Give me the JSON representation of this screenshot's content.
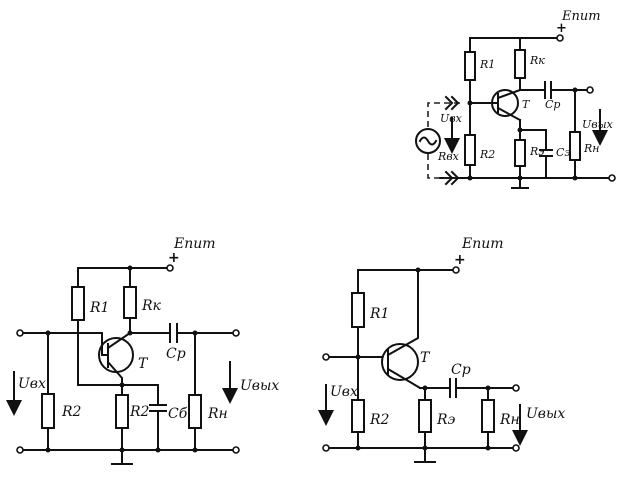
{
  "circuit_top_right": {
    "supply": "Eпит",
    "plus": "+",
    "r1": "R1",
    "rk": "Rк",
    "transistor": "T",
    "cp": "Cp",
    "uvx": "Uвх",
    "rvx": "Rвх",
    "r2": "R2",
    "re": "Rэ",
    "ce": "Cэ",
    "uvyx": "Uвых",
    "rn": "Rн"
  },
  "circuit_bottom_left": {
    "supply": "Eпит",
    "plus": "+",
    "r1": "R1",
    "rk": "Rк",
    "transistor": "T",
    "cp": "Cp",
    "uvx": "Uвх",
    "r2_left": "R2",
    "r2_right": "R2",
    "cb": "Cб",
    "rn": "Rн",
    "uvyx": "Uвых"
  },
  "circuit_bottom_right": {
    "supply": "Eпит",
    "plus": "+",
    "r1": "R1",
    "transistor": "T",
    "cp": "Cp",
    "uvx": "Uвх",
    "r2": "R2",
    "re": "Rэ",
    "rn": "Rн",
    "uvyx": "Uвых"
  }
}
